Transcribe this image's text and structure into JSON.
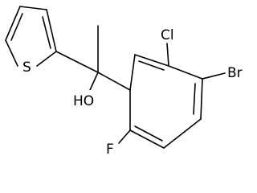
{
  "molecule": {
    "atom_labels": {
      "sulfur": "S",
      "hydroxyl": "HO",
      "chlorine": "Cl",
      "bromine": "Br",
      "fluorine": "F"
    }
  }
}
